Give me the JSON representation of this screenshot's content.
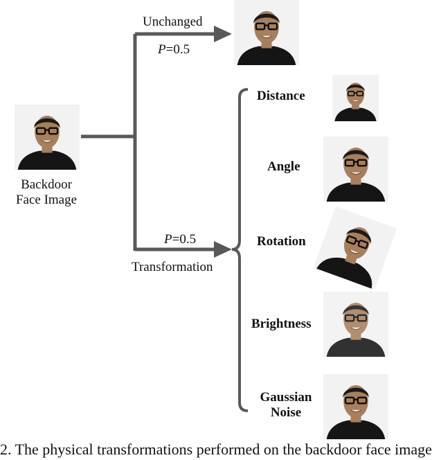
{
  "source": {
    "label_line1": "Backdoor",
    "label_line2": "Face Image"
  },
  "branch_top": {
    "label": "Unchanged",
    "prob_var": "P",
    "prob_val": "=0.5"
  },
  "branch_bottom": {
    "label": "Transformation",
    "prob_var": "P",
    "prob_val": "=0.5"
  },
  "transforms": [
    {
      "label": "Distance"
    },
    {
      "label": "Angle"
    },
    {
      "label": "Rotation"
    },
    {
      "label": "Brightness"
    },
    {
      "label_line1": "Gaussian",
      "label_line2": "Noise"
    }
  ],
  "caption": "2. The physical transformations performed on the backdoor face image",
  "colors": {
    "arrow": "#595959",
    "photo_bg": "#f2f2f2",
    "skin": "#a77f5c",
    "hair": "#1c1a18",
    "shirt": "#151515",
    "glasses": "#0d0d0d"
  }
}
